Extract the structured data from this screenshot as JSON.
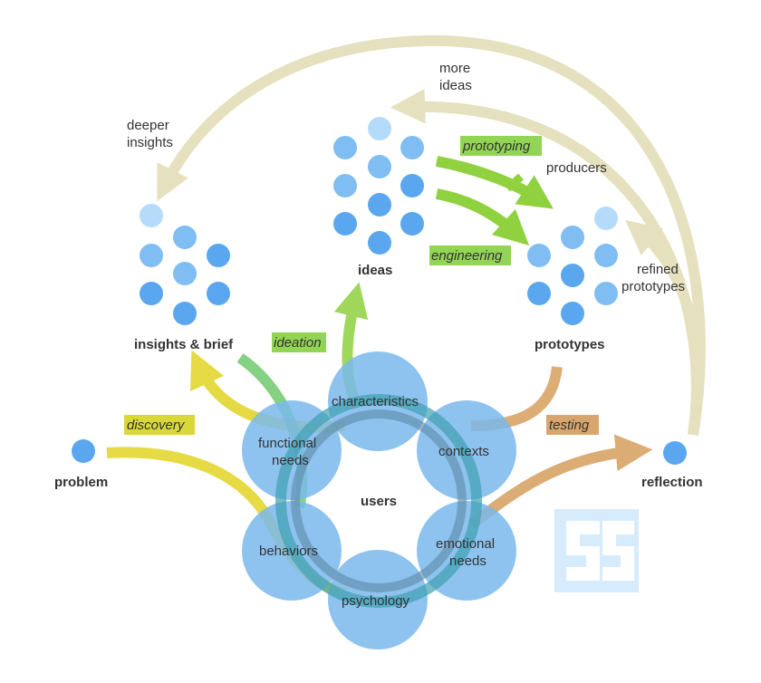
{
  "nodes": {
    "problem": "problem",
    "insights": "insights & brief",
    "ideas": "ideas",
    "prototypes": "prototypes",
    "reflection": "reflection",
    "producers": "producers"
  },
  "ring": {
    "center": "users",
    "characteristics": "characteristics",
    "functional_needs_1": "functional",
    "functional_needs_2": "needs",
    "contexts": "contexts",
    "behaviors": "behaviors",
    "emotional_needs_1": "emotional",
    "emotional_needs_2": "needs",
    "psychology": "psychology"
  },
  "stages": {
    "discovery": "discovery",
    "ideation": "ideation",
    "prototyping": "prototyping",
    "engineering": "engineering",
    "testing": "testing"
  },
  "loops": {
    "deeper_1": "deeper",
    "deeper_2": "insights",
    "more_1": "more",
    "more_2": "ideas",
    "refined_1": "refined",
    "refined_2": "prototypes"
  },
  "colors": {
    "ring_blue": "#7ab8ec",
    "dot_dark": "#5aa7ef",
    "dot_mid": "#7fbdf3",
    "dot_light": "#b5dbfa",
    "yellow": "#e3d730",
    "green": "#8fd13f",
    "orange": "#d9a467",
    "beige": "#e5e0bd",
    "tag_yellow": "#d9d83a",
    "tag_green": "#92d454",
    "tag_orange": "#d8a66c"
  },
  "icons": [
    "arrow-head-icon",
    "logo-mark"
  ]
}
